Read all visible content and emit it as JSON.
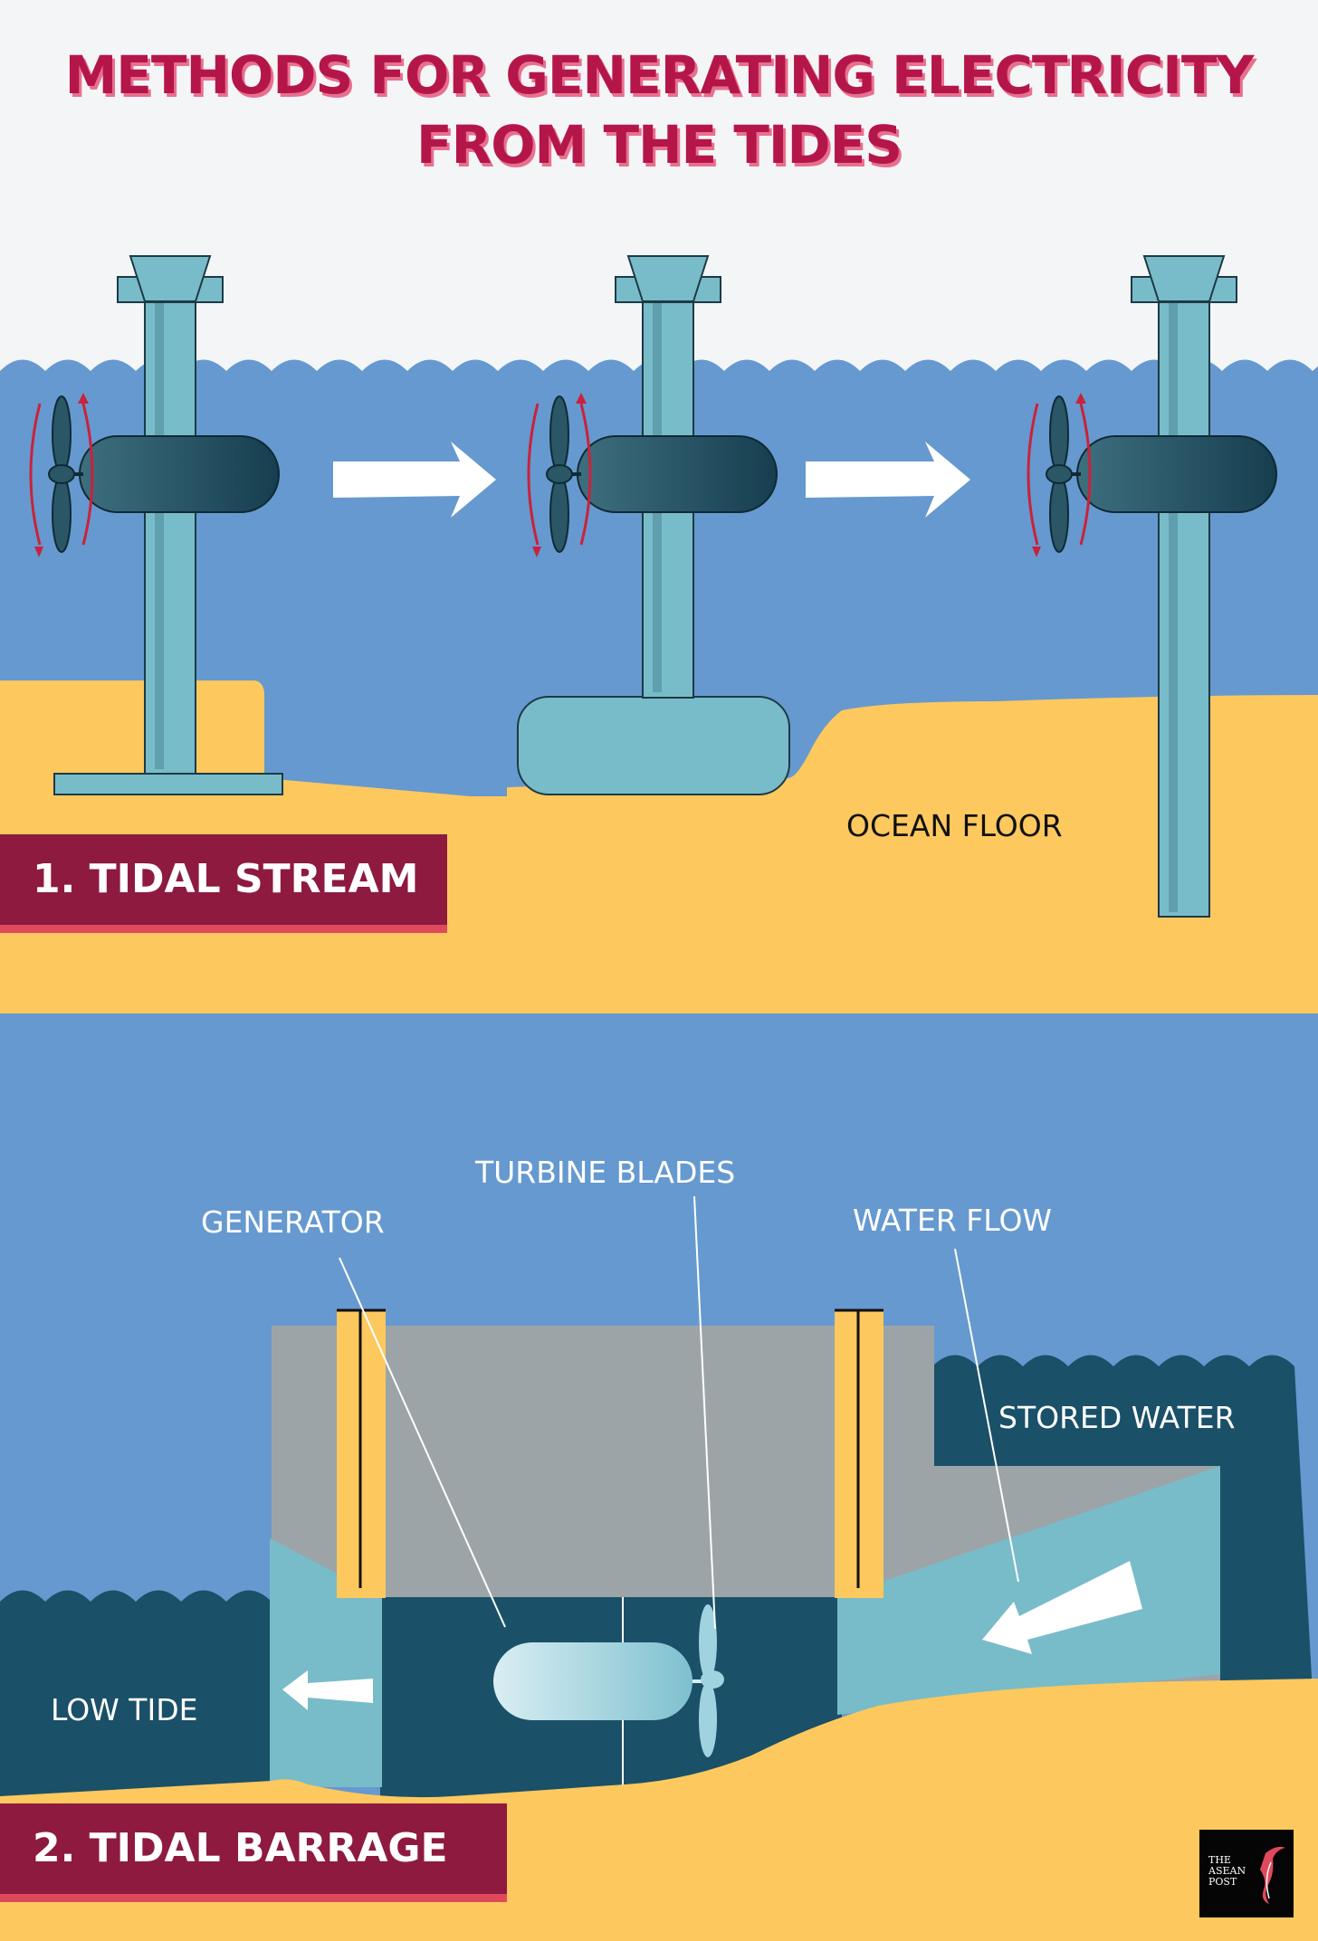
{
  "title": {
    "line1": "METHODS FOR GENERATING ELECTRICITY",
    "line2": "FROM THE TIDES"
  },
  "sections": {
    "tidal_stream": {
      "heading": "1. TIDAL STREAM",
      "labels": {
        "ocean_floor": "OCEAN FLOOR"
      }
    },
    "tidal_barrage": {
      "heading": "2. TIDAL BARRAGE",
      "labels": {
        "turbine_blades": "TURBINE BLADES",
        "generator": "GENERATOR",
        "water_flow": "WATER FLOW",
        "stored_water": "STORED WATER",
        "low_tide": "LOW TIDE"
      }
    }
  },
  "logo": {
    "line1": "THE",
    "line2": "ASEAN",
    "line3": "POST"
  },
  "colors": {
    "title": "#b5164a",
    "banner": "#8e1a40",
    "banner_shadow": "#e0495c",
    "water": "#6699cf",
    "deep_water": "#1a5068",
    "sand": "#fdc85e",
    "structure": "#78bcc9",
    "nacelle": "#2a5666",
    "concrete": "#9ca4a8"
  },
  "icons": [
    "turbine-icon",
    "propeller-icon",
    "rotation-arrow-icon",
    "flow-arrow-icon",
    "gate-icon",
    "logo-bird-icon"
  ]
}
